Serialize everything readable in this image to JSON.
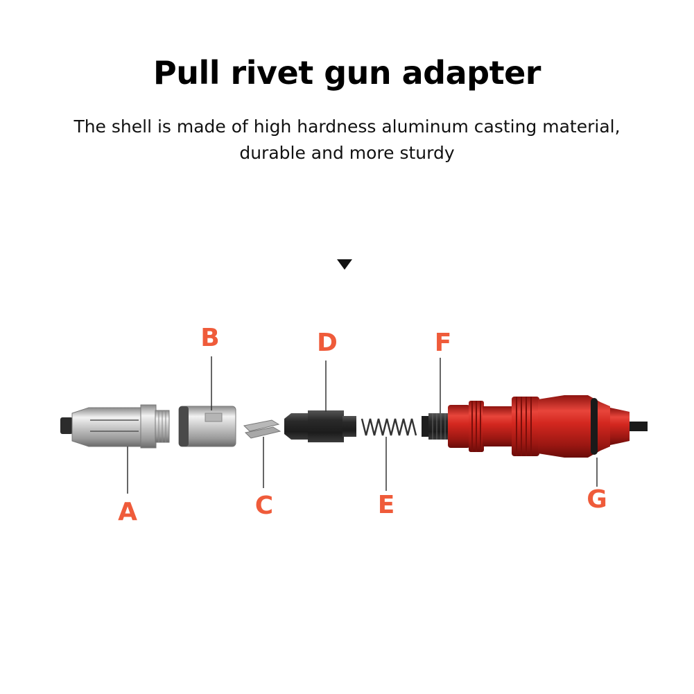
{
  "title": "Pull rivet gun adapter",
  "subtitle_lines": [
    "The shell is made of high hardness aluminum casting material,",
    "durable and more sturdy"
  ],
  "label_color": "#ef5b3a",
  "parts": {
    "a": {
      "label": "A"
    },
    "b": {
      "label": "B"
    },
    "c": {
      "label": "C"
    },
    "d": {
      "label": "D"
    },
    "e": {
      "label": "E"
    },
    "f": {
      "label": "F"
    },
    "g": {
      "label": "G"
    }
  },
  "icons": {
    "pointer": "down-triangle-icon"
  }
}
